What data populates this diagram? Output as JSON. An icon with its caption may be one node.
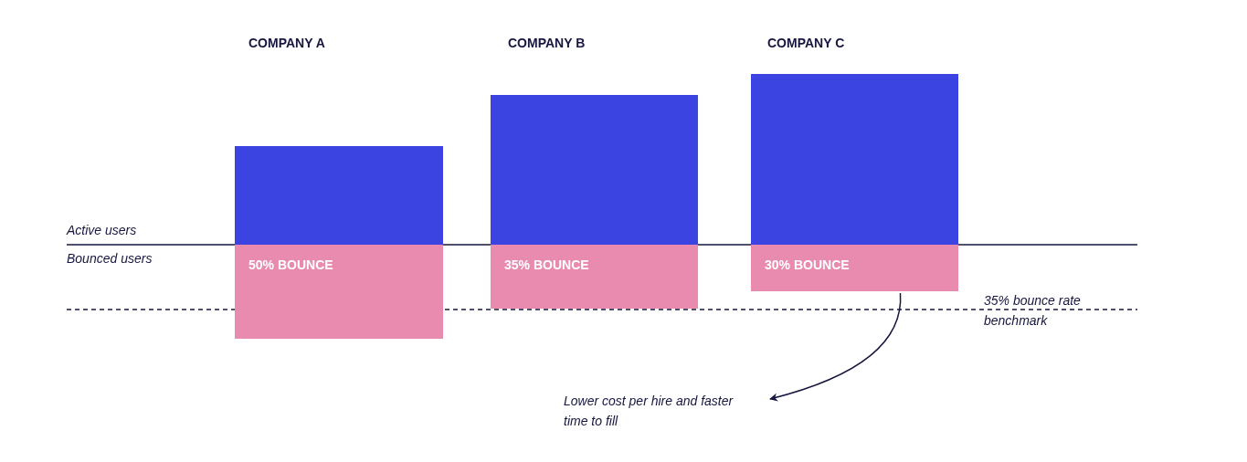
{
  "diagram": {
    "nodes": [
      {
        "text": [],
        "shape": "bar"
      },
      {
        "text": [],
        "shape": "bar"
      },
      {
        "text": [],
        "shape": "bar"
      },
      {
        "text": [
          "50% BOUNCE"
        ]
      },
      {
        "text": [
          "35% BOUNCE"
        ]
      },
      {
        "text": [
          "30% BOUNCE"
        ]
      },
      {
        "text": [
          "Lower cost per hire and faster time to fill"
        ]
      }
    ],
    "edges": [
      {
        "from": 5,
        "to": 6,
        "arrow": "to"
      }
    ],
    "labels": [
      "COMPANY A",
      "COMPANY B",
      "COMPANY C",
      "Active users",
      "Bounced users",
      "35% bounce rate benchmark"
    ]
  }
}
